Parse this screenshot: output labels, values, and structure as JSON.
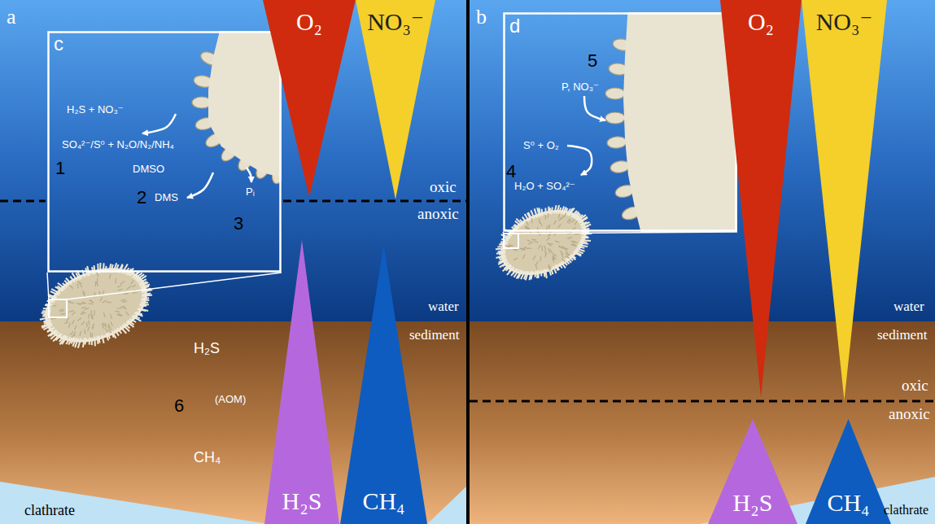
{
  "diagram": {
    "nodes": [
      {
        "text": [
          "c",
          "H₂S + NO₃⁻",
          "SO₄²⁻/S⁰ + N₂O/N₂/NH₄",
          "1",
          "DMSO",
          "2",
          "DMS",
          "Pᵢ",
          "3"
        ]
      },
      {
        "text": [
          "O₂"
        ]
      },
      {
        "text": [
          "NO₃⁻"
        ]
      },
      {
        "text": [
          "H₂S"
        ]
      },
      {
        "text": [
          "CH₄"
        ]
      },
      {
        "text": [
          "d",
          "5",
          "P, NO₃⁻",
          "S⁰ + O₂",
          "4",
          "H₂O + SO₄²⁻"
        ]
      },
      {
        "text": [
          "O₂"
        ]
      },
      {
        "text": [
          "NO₃⁻"
        ]
      },
      {
        "text": [
          "H₂S"
        ]
      },
      {
        "text": [
          "CH₄"
        ]
      }
    ],
    "labels": [
      "a",
      "oxic",
      "anoxic",
      "water",
      "sediment",
      "H₂S",
      "6",
      "(AOM)",
      "CH₄",
      "clathrate",
      "b",
      "oxic",
      "anoxic",
      "water",
      "sediment",
      "clathrate"
    ]
  }
}
